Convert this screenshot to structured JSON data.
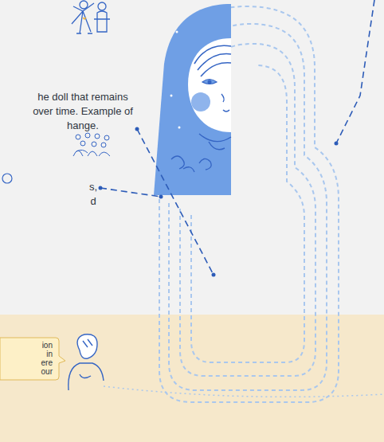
{
  "diagram": {
    "nodes": [
      {
        "text": [
          "ion in ere our"
        ]
      }
    ],
    "labels": [
      "he doll that remains over time. Example of hange.",
      "s, d"
    ]
  }
}
